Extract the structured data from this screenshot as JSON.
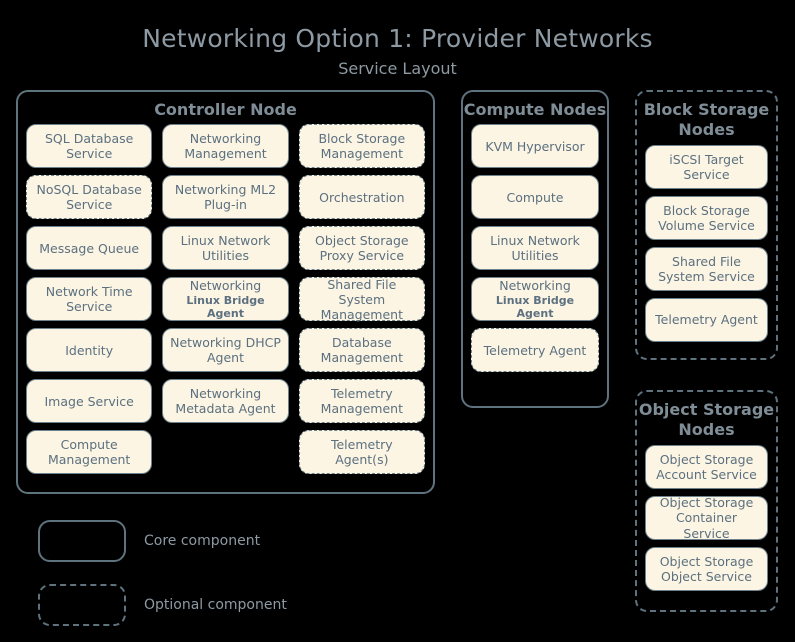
{
  "header": {
    "title": "Networking Option 1: Provider Networks",
    "subtitle": "Service Layout"
  },
  "colors": {
    "background": "#000000",
    "box_fill": "#fcf5e3",
    "box_border": "#6d828d",
    "container_border": "#5f737e",
    "text": "#5c7080",
    "title_text": "#8d9aa3"
  },
  "nodes": {
    "controller": {
      "title": "Controller Node",
      "border": "solid",
      "services": [
        {
          "label": "SQL Database Service",
          "optional": false
        },
        {
          "label": "Networking Management",
          "optional": false
        },
        {
          "label": "Block Storage Management",
          "optional": true
        },
        {
          "label": "NoSQL Database Service",
          "optional": true
        },
        {
          "label": "Networking ML2 Plug-in",
          "optional": false
        },
        {
          "label": "Orchestration",
          "optional": true
        },
        {
          "label": "Message Queue",
          "optional": false
        },
        {
          "label": "Linux Network Utilities",
          "optional": false
        },
        {
          "label": "Object Storage Proxy Service",
          "optional": true
        },
        {
          "label": "Network Time Service",
          "optional": false
        },
        {
          "label": "Networking",
          "sub": "Linux Bridge Agent",
          "optional": false
        },
        {
          "label": "Shared File System Management",
          "optional": true
        },
        {
          "label": "Identity",
          "optional": false
        },
        {
          "label": "Networking DHCP Agent",
          "optional": false
        },
        {
          "label": "Database Management",
          "optional": true
        },
        {
          "label": "Image Service",
          "optional": false
        },
        {
          "label": "Networking Metadata Agent",
          "optional": false
        },
        {
          "label": "Telemetry Management",
          "optional": true
        },
        {
          "label": "Compute Management",
          "optional": false
        },
        {
          "label": "",
          "empty": true
        },
        {
          "label": "Telemetry Agent(s)",
          "optional": true
        }
      ]
    },
    "compute": {
      "title": "Compute Nodes",
      "border": "solid",
      "services": [
        {
          "label": "KVM Hypervisor",
          "optional": false
        },
        {
          "label": "Compute",
          "optional": false
        },
        {
          "label": "Linux Network Utilities",
          "optional": false
        },
        {
          "label": "Networking",
          "sub": "Linux Bridge Agent",
          "optional": false
        },
        {
          "label": "Telemetry Agent",
          "optional": true
        }
      ]
    },
    "block_storage": {
      "title": "Block Storage Nodes",
      "border": "dashed",
      "services": [
        {
          "label": "iSCSI Target Service",
          "optional": false
        },
        {
          "label": "Block Storage Volume Service",
          "optional": false
        },
        {
          "label": "Shared File System Service",
          "optional": false
        },
        {
          "label": "Telemetry Agent",
          "optional": false
        }
      ]
    },
    "object_storage": {
      "title": "Object Storage Nodes",
      "border": "dashed",
      "services": [
        {
          "label": "Object Storage Account Service",
          "optional": false
        },
        {
          "label": "Object Storage Container Service",
          "optional": false
        },
        {
          "label": "Object Storage Object Service",
          "optional": false
        }
      ]
    }
  },
  "legend": [
    {
      "style": "solid",
      "label": "Core component"
    },
    {
      "style": "dashed",
      "label": "Optional component"
    }
  ]
}
